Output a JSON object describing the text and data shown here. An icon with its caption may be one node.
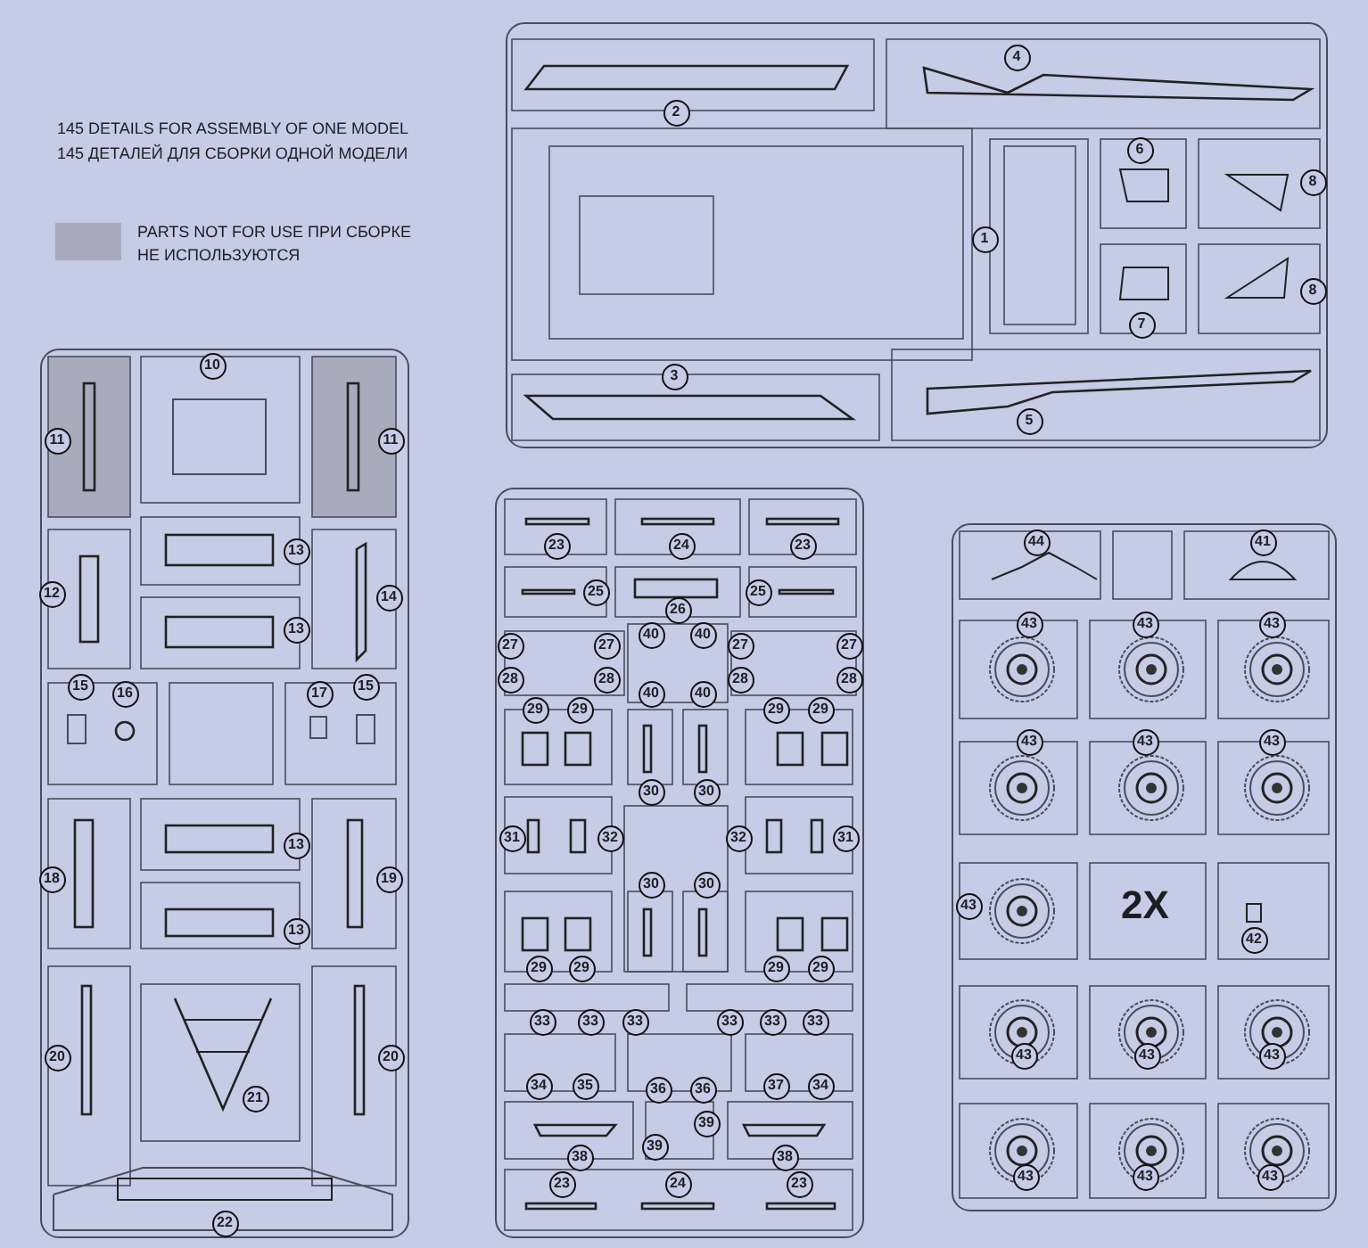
{
  "diagram": {
    "labels": [
      "145 DETAILS FOR ASSEMBLY  OF ONE MODEL",
      "145 ДЕТАЛЕЙ ДЛЯ СБОРКИ ОДНОЙ МОДЕЛИ",
      "4",
      "2",
      "6",
      "8",
      "1",
      "8",
      "7",
      "3",
      "5",
      "10",
      "11",
      "11",
      "13",
      "12",
      "14",
      "13",
      "15",
      "16",
      "17",
      "15",
      "13",
      "18",
      "19",
      "13",
      "20",
      "20",
      "21",
      "22",
      "23",
      "24",
      "23",
      "25",
      "25",
      "26",
      "40",
      "40",
      "27",
      "27",
      "27",
      "27",
      "28",
      "28",
      "28",
      "28",
      "40",
      "40",
      "29",
      "29",
      "29",
      "29",
      "30",
      "30",
      "31",
      "32",
      "32",
      "31",
      "30",
      "30",
      "29",
      "29",
      "29",
      "29",
      "33",
      "33",
      "33",
      "33",
      "33",
      "33",
      "34",
      "35",
      "36",
      "36",
      "37",
      "34",
      "39",
      "39",
      "38",
      "38",
      "23",
      "24",
      "23",
      "44",
      "41",
      "43",
      "43",
      "43",
      "43",
      "43",
      "43",
      "43",
      "2X",
      "42",
      "43",
      "43",
      "43",
      "43",
      "43",
      "43"
    ],
    "legend": [
      {
        "text": "PARTS NOT FOR USE ПРИ СБОРКЕ НЕ ИСПОЛЬЗУЮТСЯ",
        "color": "#a9abbd"
      }
    ]
  }
}
